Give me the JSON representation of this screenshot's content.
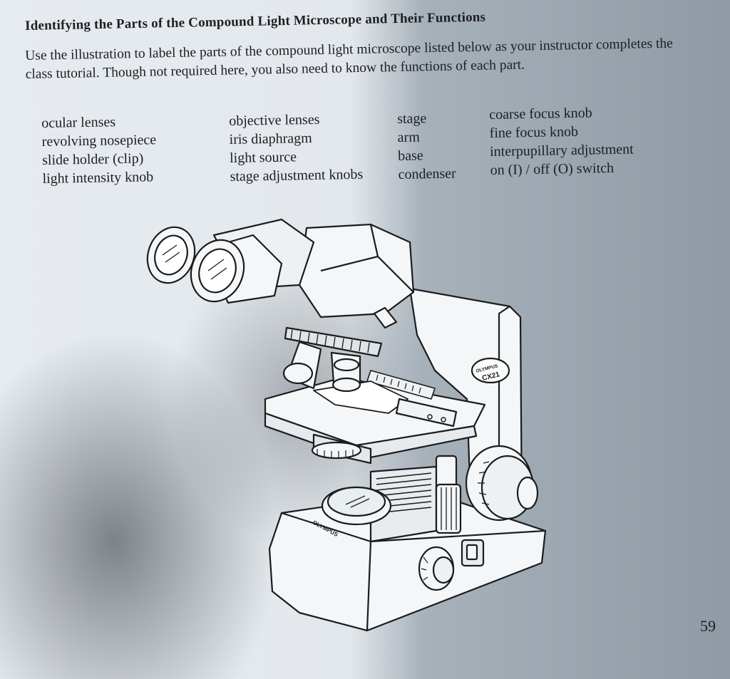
{
  "heading": "Identifying the Parts of the Compound Light Microscope and Their Functions",
  "instructions": "Use the illustration to label the parts of the compound light microscope listed below as your instructor completes the class tutorial. Though not required here, you also need to know the functions of each part.",
  "terms": {
    "column1": [
      "ocular lenses",
      "revolving nosepiece",
      "slide holder (clip)",
      "light intensity knob"
    ],
    "column2": [
      "objective lenses",
      "iris diaphragm",
      "light source",
      "stage adjustment knobs"
    ],
    "column3": [
      "stage",
      "arm",
      "base",
      "condenser"
    ],
    "column4": [
      "coarse focus knob",
      "fine focus knob",
      "interpupillary adjustment",
      "on (I) / off (O) switch"
    ]
  },
  "figure": {
    "brand": "OLYMPUS",
    "model": "CX21"
  },
  "page_number": "59"
}
